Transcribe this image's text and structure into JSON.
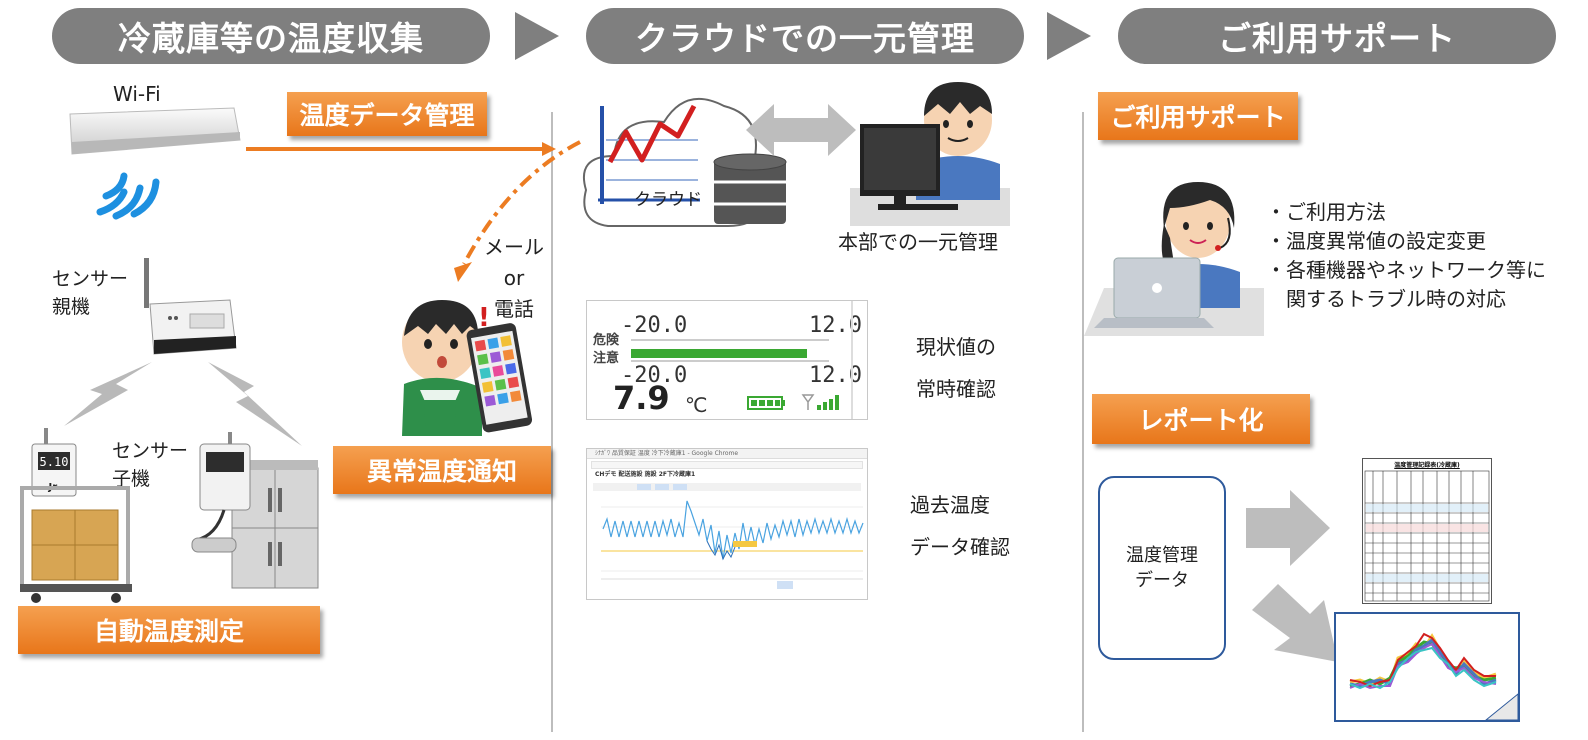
{
  "headers": {
    "step1": "冷蔵庫等の温度収集",
    "step2": "クラウドでの一元管理",
    "step3": "ご利用サポート"
  },
  "buttons": {
    "temp_data": "温度データ管理",
    "alert": "異常温度通知",
    "auto_measure": "自動温度測定",
    "support": "ご利用サポート",
    "report": "レポート化"
  },
  "labels": {
    "wifi": "Wi-Fi",
    "sensor_parent_1": "センサー",
    "sensor_parent_2": "親機",
    "sensor_child_1": "センサー",
    "sensor_child_2": "子機",
    "notify_1": "メール",
    "notify_2": "or",
    "notify_3": "電話",
    "cloud": "クラウド",
    "hq": "本部での一元管理",
    "current_1": "現状値の",
    "current_2": "常時確認",
    "past_1": "過去温度",
    "past_2": "データ確認",
    "temp_mgmt_1": "温度管理",
    "temp_mgmt_2": "データ"
  },
  "support_items": [
    "・ご利用方法",
    "・温度異常値の設定変更",
    "・各種機器やネットワーク等に",
    "　関するトラブル時の対応"
  ],
  "monitor": {
    "top_low": "-20.0",
    "top_high": "12.0",
    "danger": "危険",
    "caution": "注意",
    "bot_low": "-20.0",
    "bot_high": "12.0",
    "reading": "7.9",
    "unit": "℃"
  },
  "graph_window": {
    "title_bar": "ｼﾅｶﾞﾜ 品質保証 温度 冷下冷蔵庫1 - Google Chrome",
    "heading": "CHデモ 配送施設 施設 2F下冷蔵庫1"
  },
  "sensor_display": "5.10",
  "report_sheet": {
    "title": "温度管理記録表(冷蔵庫)"
  },
  "colors": {
    "header_gray": "#7f7f7f",
    "orange": "#ec7c22",
    "green_bar": "#3aa832",
    "divider": "#bdbdbd"
  }
}
